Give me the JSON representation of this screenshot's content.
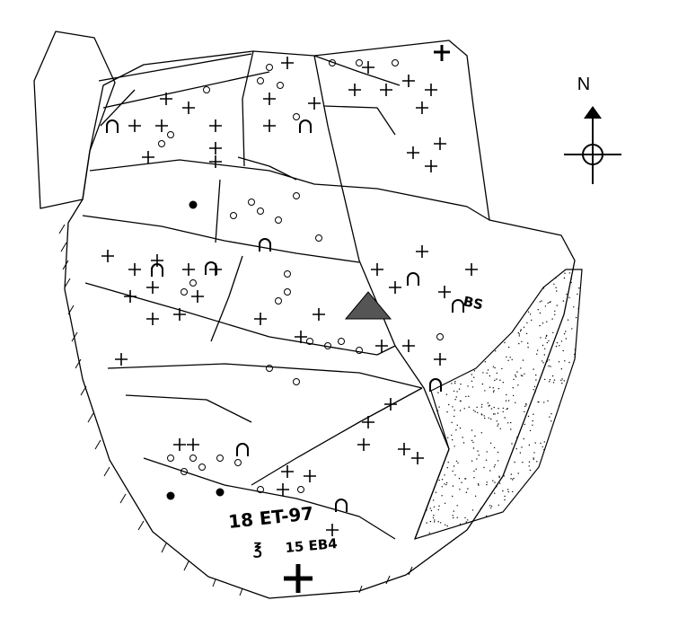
{
  "north_arrow": {
    "label": "N"
  },
  "inscriptions": {
    "bs": "BS",
    "date_1": "18 ET-97",
    "date_2": "15 EB4"
  },
  "colors": {
    "ink": "#000000",
    "background": "#ffffff"
  }
}
